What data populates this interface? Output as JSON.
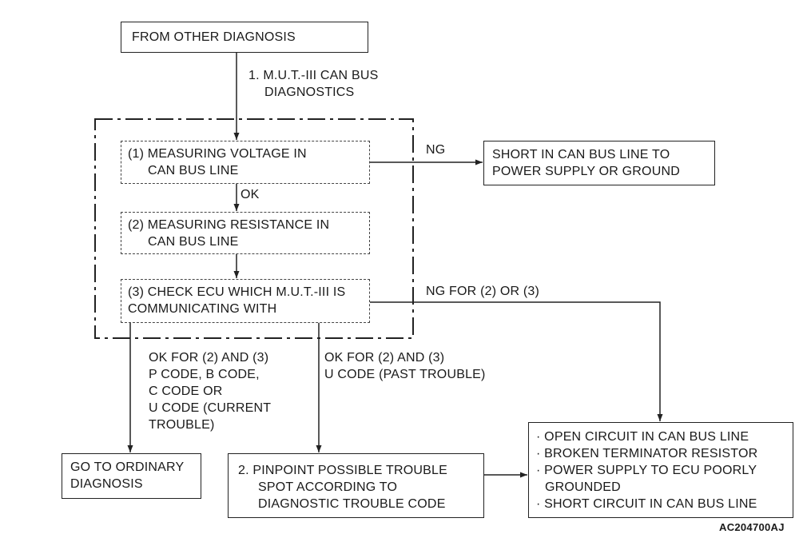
{
  "boxes": {
    "from_other": "FROM OTHER DIAGNOSIS",
    "step1_voltage": [
      "(1) MEASURING VOLTAGE IN",
      "CAN BUS LINE"
    ],
    "step2_resistance": [
      "(2) MEASURING RESISTANCE IN",
      "CAN BUS LINE"
    ],
    "step3_check_ecu": [
      "(3) CHECK ECU WHICH M.U.T.-III IS",
      "COMMUNICATING WITH"
    ],
    "short_in_can": [
      "SHORT IN CAN BUS LINE TO",
      "POWER SUPPLY OR GROUND"
    ],
    "go_to_ordinary": [
      "GO TO ORDINARY",
      "DIAGNOSIS"
    ],
    "pinpoint": [
      "2. PINPOINT POSSIBLE TROUBLE",
      "SPOT ACCORDING TO",
      "DIAGNOSTIC TROUBLE CODE"
    ],
    "causes": [
      "· OPEN CIRCUIT IN CAN BUS LINE",
      "· BROKEN TERMINATOR RESISTOR",
      "· POWER SUPPLY TO ECU POORLY",
      "GROUNDED",
      "· SHORT CIRCUIT IN CAN BUS LINE"
    ]
  },
  "labels": {
    "mut_diag": [
      "1. M.U.T.-III CAN BUS",
      "DIAGNOSTICS"
    ],
    "ng": "NG",
    "ok": "OK",
    "ng_for_2_3": "NG FOR (2) OR (3)",
    "ok_current": [
      "OK FOR (2) AND (3)",
      "P CODE, B CODE,",
      "C CODE OR",
      "U CODE (CURRENT",
      "TROUBLE)"
    ],
    "ok_past": [
      "OK FOR (2) AND (3)",
      "U CODE (PAST TROUBLE)"
    ]
  },
  "reference": "AC204700AJ"
}
